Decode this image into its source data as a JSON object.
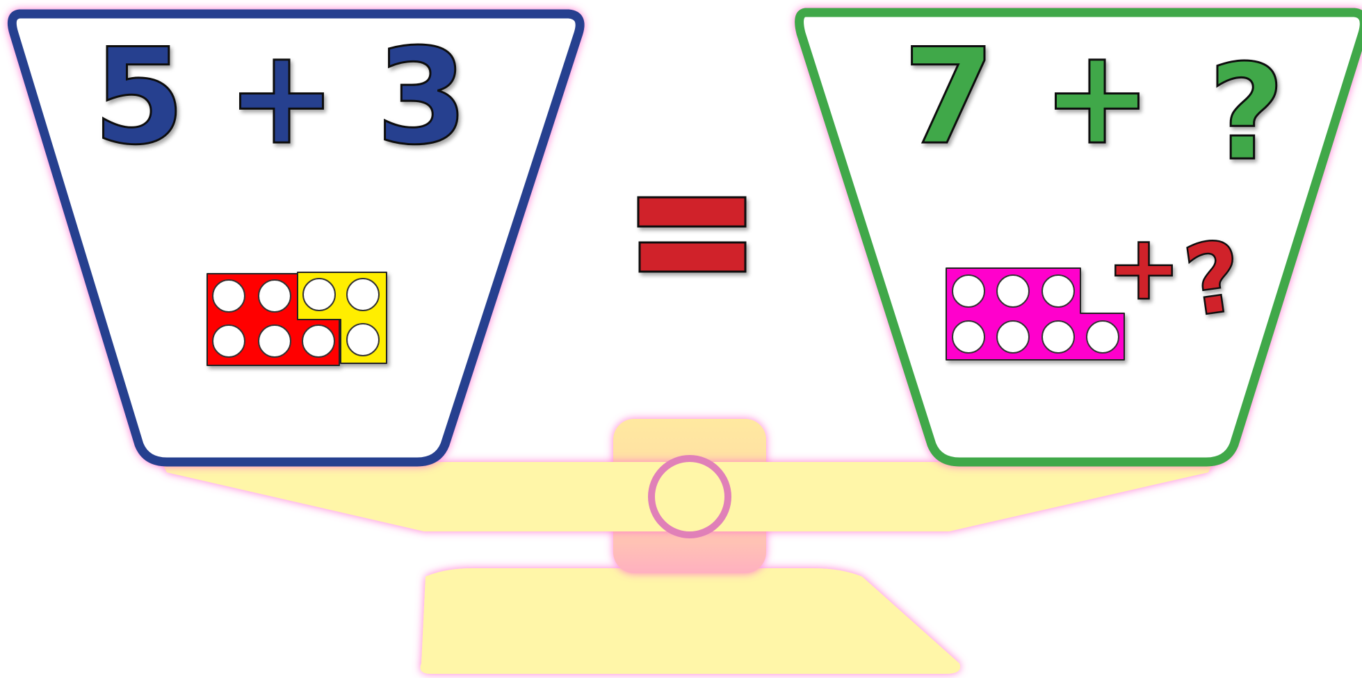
{
  "colors": {
    "left_pan": "#253f8f",
    "right_pan": "#3fa84a",
    "equals": "#d0232b",
    "glow": "#ff6fd0",
    "stand": "#fff6a8",
    "tile_red": "#ff0000",
    "tile_yellow": "#ffee00",
    "tile_magenta": "#ff00cc",
    "mystery_mark": "#d0232b"
  },
  "left_equation": {
    "a": "5",
    "op": "+",
    "b": "3"
  },
  "equals_sign": "=",
  "right_equation": {
    "a": "7",
    "op": "+",
    "b": "?"
  },
  "mystery_mark": {
    "op": "+",
    "unknown": "?"
  },
  "numberframes": {
    "left_red_holes": 5,
    "left_yellow_holes": 3,
    "right_magenta_holes": 7
  },
  "icons": {
    "balance": "balance-scale-icon",
    "pivot": "pivot-ring-icon"
  }
}
